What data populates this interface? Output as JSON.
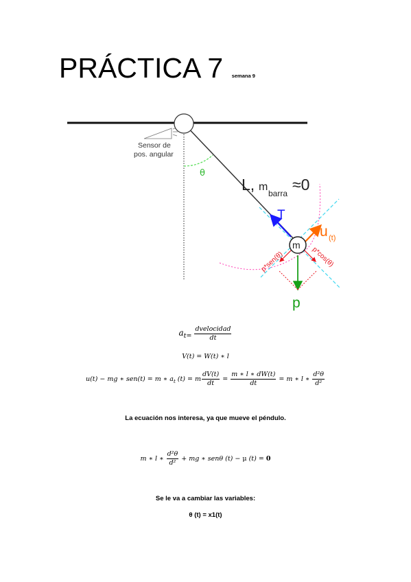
{
  "header": {
    "title": "PRÁCTICA 7",
    "subtitle": "semana 9"
  },
  "diagram": {
    "sensor_label_line1": "Sensor de",
    "sensor_label_line2": "pos. angular",
    "theta_label": "θ",
    "rod_label_L": "L,",
    "rod_label_m": "m",
    "rod_label_sub": "barra",
    "rod_label_approx": "≈0",
    "tension_label": "T",
    "mass_label": "m",
    "input_label": "u",
    "input_label_sub": "(t)",
    "weight_label": "p",
    "component_sin_label": "p*sen(θ)",
    "component_cos_label": "p*cos(θ)",
    "colors": {
      "tension": "#1a1aff",
      "weight": "#18a018",
      "input": "#ff6a00",
      "theta_arc": "#4fdc4f",
      "components": "#e8141e",
      "tangent": "#40d8f0",
      "arc": "#ff3cb4"
    }
  },
  "equations": {
    "eq1_lhs_a": "a",
    "eq1_lhs_sub": "t=",
    "eq1_num": "dvelocidad",
    "eq1_den": "dt",
    "eq2": "V(t) = W(t) ∗ l",
    "eq3_part1": "u(t) − mg ∗ sen(t) = m ∗ a",
    "eq3_sub": "t",
    "eq3_part2": " (t) = m",
    "eq3_frac1_num": "dV(t)",
    "eq3_frac1_den": "dt",
    "eq3_eq1": " = ",
    "eq3_frac2_num": "m ∗ l ∗ dW(t)",
    "eq3_frac2_den": "dt",
    "eq3_eq2": " = m ∗ l ∗ ",
    "eq3_frac3_num": "d²θ",
    "eq3_frac3_den": "d²",
    "eq4_part1": "m ∗ l ∗ ",
    "eq4_frac_num": "d²θ",
    "eq4_frac_den": "d²",
    "eq4_part2": " + mg ∗ senθ (t) − ",
    "eq4_mu": "μ",
    "eq4_part3": " (t)  = ",
    "eq4_zero": "0"
  },
  "body_text": {
    "line1": "La ecuación nos interesa, ya que mueve el péndulo.",
    "line2": "Se le va a cambiar las variables:",
    "line3": "θ (t)  = x1(t)"
  }
}
